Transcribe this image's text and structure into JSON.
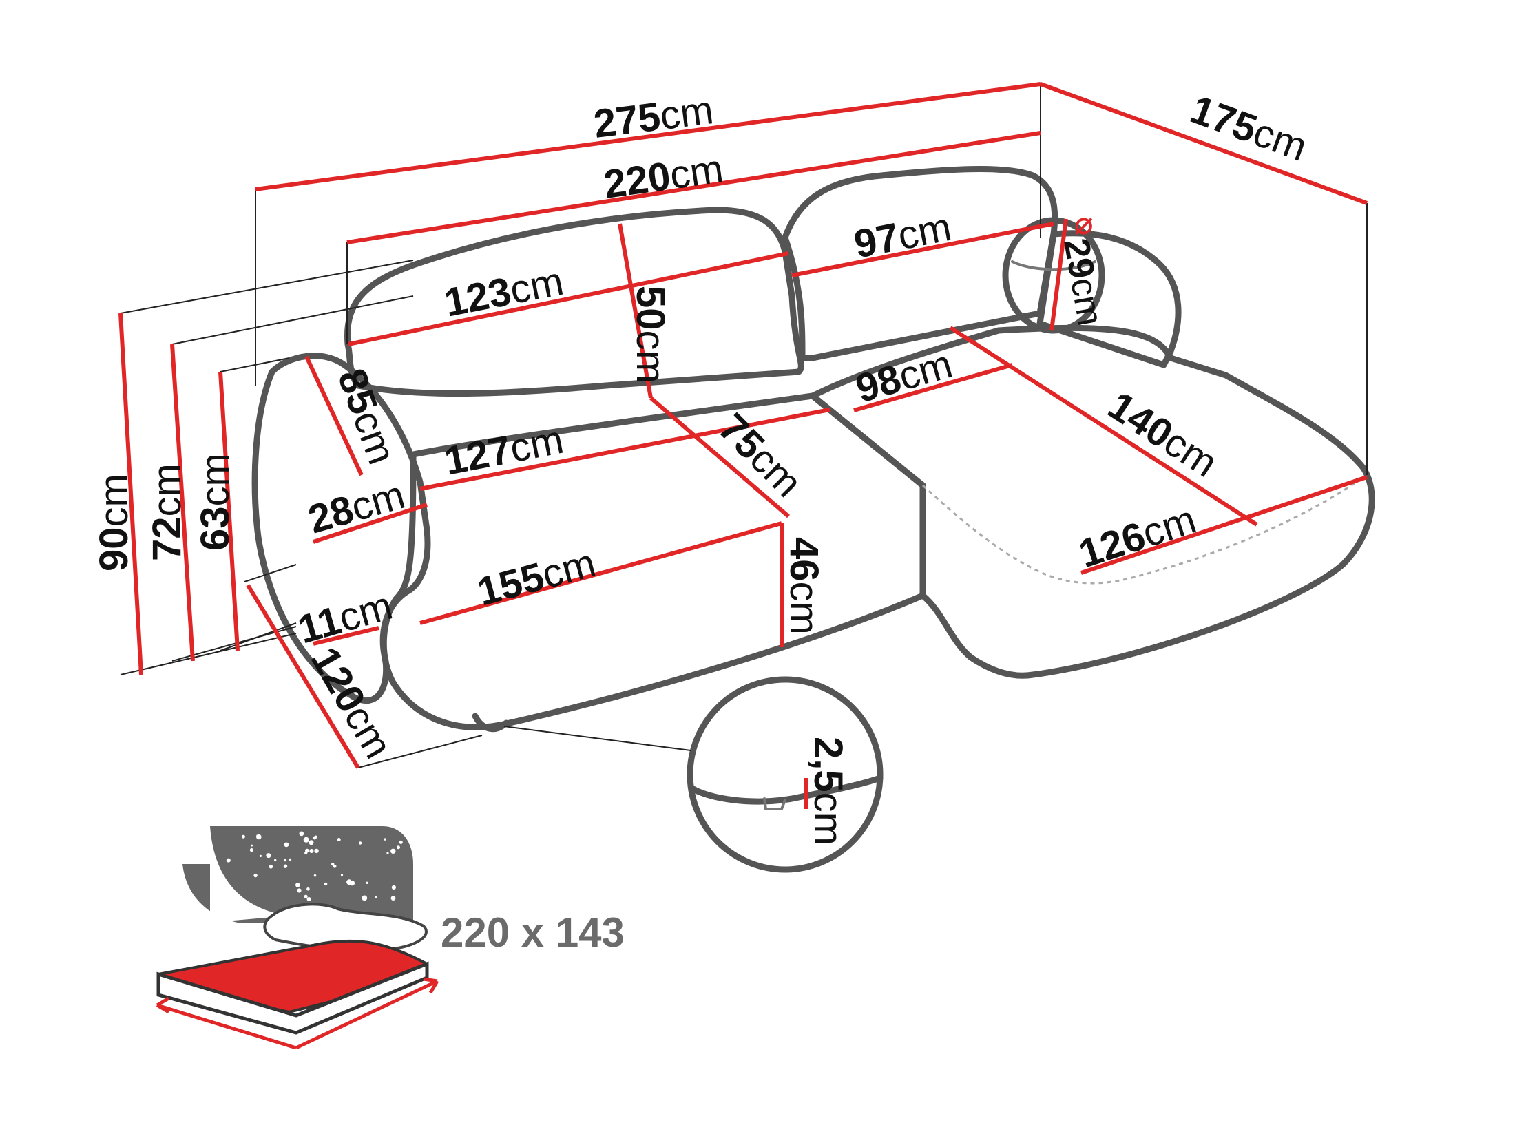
{
  "colors": {
    "dimension_line": "#e02626",
    "outline": "#555555",
    "icon_gray": "#666666",
    "icon_red": "#e02626"
  },
  "dimensions": {
    "total_length": {
      "value": "275",
      "unit": "cm"
    },
    "main_length": {
      "value": "220",
      "unit": "cm"
    },
    "chaise_depth": {
      "value": "175",
      "unit": "cm"
    },
    "back_cushion_left_width": {
      "value": "123",
      "unit": "cm"
    },
    "back_cushion_right_width": {
      "value": "97",
      "unit": "cm"
    },
    "back_cushion_height": {
      "value": "50",
      "unit": "cm"
    },
    "pillow_diameter_symbol": "⌀",
    "pillow_diameter": {
      "value": "29",
      "unit": "cm"
    },
    "armrest_depth": {
      "value": "85",
      "unit": "cm"
    },
    "seat_width": {
      "value": "127",
      "unit": "cm"
    },
    "seat_depth": {
      "value": "75",
      "unit": "cm"
    },
    "chaise_seat_width": {
      "value": "98",
      "unit": "cm"
    },
    "chaise_seat_length": {
      "value": "140",
      "unit": "cm"
    },
    "armrest_width": {
      "value": "28",
      "unit": "cm"
    },
    "front_length": {
      "value": "155",
      "unit": "cm"
    },
    "seat_height": {
      "value": "46",
      "unit": "cm"
    },
    "chaise_front_width": {
      "value": "126",
      "unit": "cm"
    },
    "leg_height": {
      "value": "11",
      "unit": "cm"
    },
    "total_depth": {
      "value": "120",
      "unit": "cm"
    },
    "total_height": {
      "value": "90",
      "unit": "cm"
    },
    "back_height": {
      "value": "72",
      "unit": "cm"
    },
    "armrest_height": {
      "value": "63",
      "unit": "cm"
    },
    "foot_clearance": {
      "value": "2,5",
      "unit": "cm"
    }
  },
  "sleeping_area": {
    "label": "220 x 143",
    "icon": "bed-with-night-sky-icon"
  }
}
